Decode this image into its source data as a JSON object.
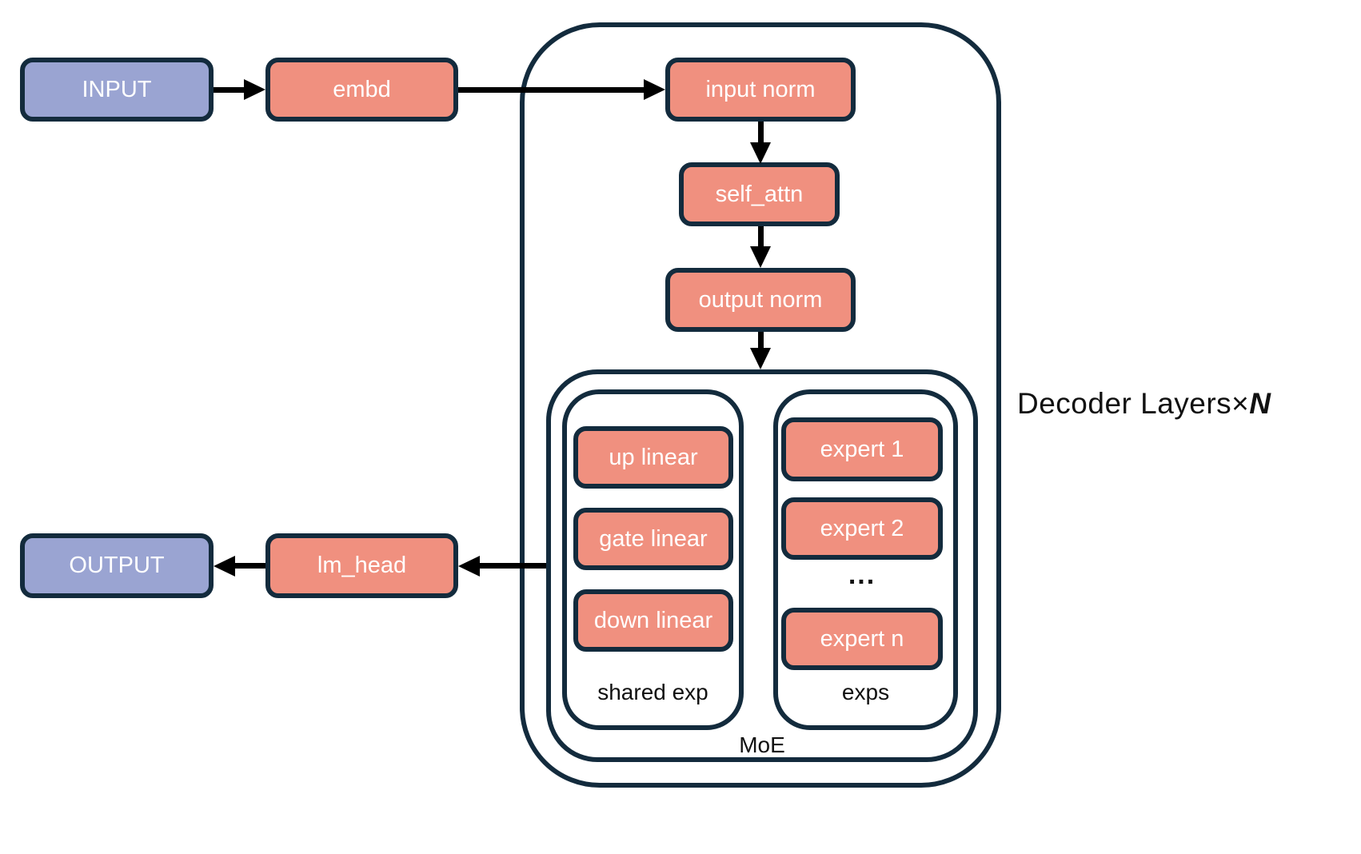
{
  "diagram": {
    "title_note": "",
    "io": {
      "input_label": "INPUT",
      "output_label": "OUTPUT"
    },
    "blocks": {
      "embd": "embd",
      "lm_head": "lm_head",
      "input_norm": "input norm",
      "self_attn": "self_attn",
      "output_norm": "output norm",
      "up_linear": "up linear",
      "gate_linear": "gate linear",
      "down_linear": "down linear",
      "expert_1": "expert 1",
      "expert_2": "expert 2",
      "expert_ellipsis": "...",
      "expert_n": "expert n"
    },
    "containers": {
      "decoder_label_prefix": "Decoder Layers×",
      "decoder_label_n": "N",
      "moe_label": "MoE",
      "shared_exp_label": "shared exp",
      "exps_label": "exps"
    },
    "colors": {
      "block_fill": "#F0907F",
      "io_fill": "#9AA4D2",
      "outline": "#132B3D",
      "arrow": "#000000",
      "text_light": "#FFFFFF",
      "text_dark": "#111111"
    }
  }
}
